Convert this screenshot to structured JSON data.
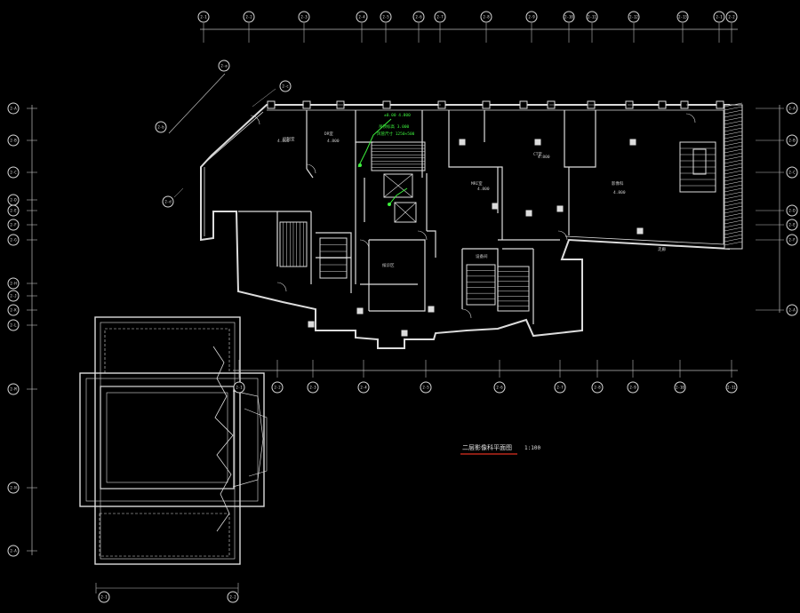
{
  "drawing": {
    "title": "二层影像科平面图",
    "scale": "1:100",
    "title_underline_color": "#e03020",
    "background": "#000000",
    "line_color": "#dcdcdc",
    "annotation_color": "#3cf03c"
  },
  "grid_labels": {
    "top": [
      "2-1",
      "2-2",
      "2-3",
      "2-4",
      "2-5",
      "2-6",
      "2-7",
      "2-8",
      "2-9",
      "2-10",
      "2-11",
      "2-12",
      "2-13"
    ],
    "bottom": [
      "2-1",
      "2-2",
      "2-3",
      "2-4",
      "2-5",
      "2-6",
      "2-7",
      "2-8",
      "2-9",
      "2-10",
      "2-11"
    ],
    "left": [
      "2-A",
      "2-B",
      "2-C",
      "2-D",
      "2-E",
      "2-F",
      "2-G",
      "2-H",
      "2-J",
      "2-K",
      "2-L",
      "2-M",
      "2-N"
    ],
    "right": [
      "2-A",
      "2-B",
      "2-C",
      "2-D",
      "2-E",
      "2-F"
    ],
    "diagonal": [
      "2-a",
      "2-b",
      "2-c",
      "2-d"
    ]
  },
  "room_labels": [
    "影像科",
    "CT室",
    "DR室",
    "MRI室",
    "候诊区",
    "控制室",
    "设备间",
    "走廊"
  ],
  "elevation_marks": [
    "4.800",
    "4.800",
    "4.800",
    "4.800",
    "4.800"
  ],
  "green_notes": [
    "±0.00 4.800",
    "吊顶标高 3.000",
    "风管尺寸 1250×500"
  ]
}
